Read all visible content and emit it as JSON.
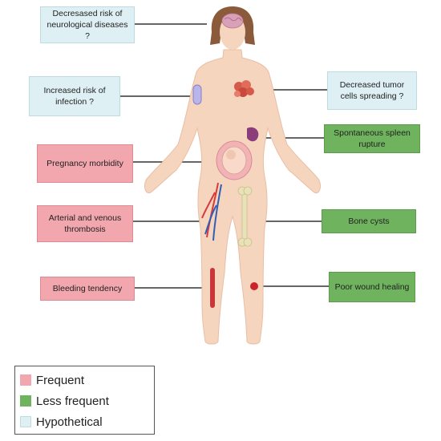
{
  "boxes": {
    "neuro": "Decresased risk of neurological diseases ?",
    "infection": "Increased risk of infection ?",
    "tumor": "Decreased tumor cells spreading ?",
    "spleen": "Spontaneous spleen rupture",
    "pregnancy": "Pregnancy morbidity",
    "thrombosis": "Arterial and venous thrombosis",
    "bone": "Bone cysts",
    "bleeding": "Bleeding tendency",
    "wound": "Poor wound healing"
  },
  "legend": {
    "frequent": "Frequent",
    "less_frequent": "Less frequent",
    "hypothetical": "Hypothetical"
  },
  "colors": {
    "frequent": "#f2a6ad",
    "less_frequent": "#6fb35e",
    "hypothetical": "#dff0f4"
  }
}
